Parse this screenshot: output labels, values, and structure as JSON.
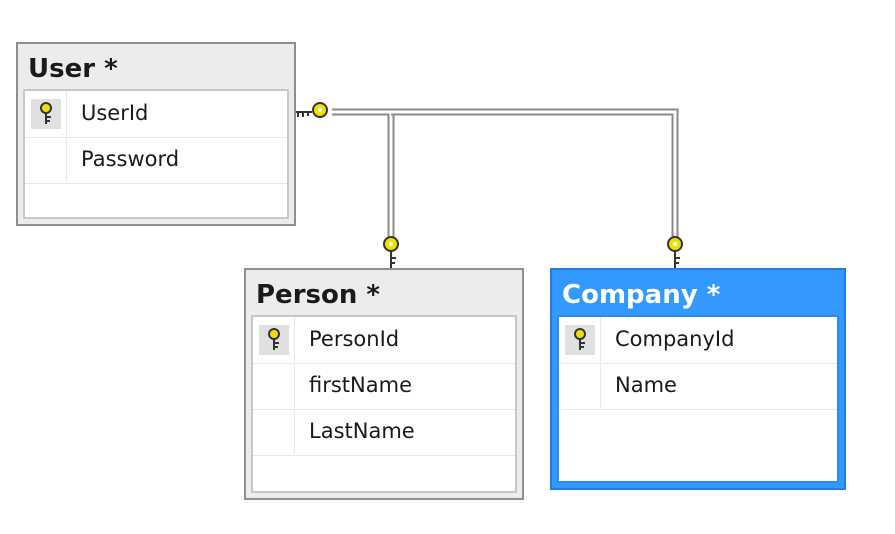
{
  "tables": {
    "user": {
      "title": "User *",
      "columns": [
        {
          "name": "UserId",
          "primary_key": true
        },
        {
          "name": "Password",
          "primary_key": false
        }
      ]
    },
    "person": {
      "title": "Person *",
      "columns": [
        {
          "name": "PersonId",
          "primary_key": true
        },
        {
          "name": "firstName",
          "primary_key": false
        },
        {
          "name": "LastName",
          "primary_key": false
        }
      ]
    },
    "company": {
      "title": "Company *",
      "selected": true,
      "columns": [
        {
          "name": "CompanyId",
          "primary_key": true
        },
        {
          "name": "Name",
          "primary_key": false
        }
      ]
    }
  },
  "relationships": [
    {
      "from": "User",
      "to": "Person"
    },
    {
      "from": "User",
      "to": "Company"
    }
  ],
  "colors": {
    "selected_header": "#3399ff",
    "key_icon": "#f0e000",
    "connector": "#8a8a8a"
  }
}
